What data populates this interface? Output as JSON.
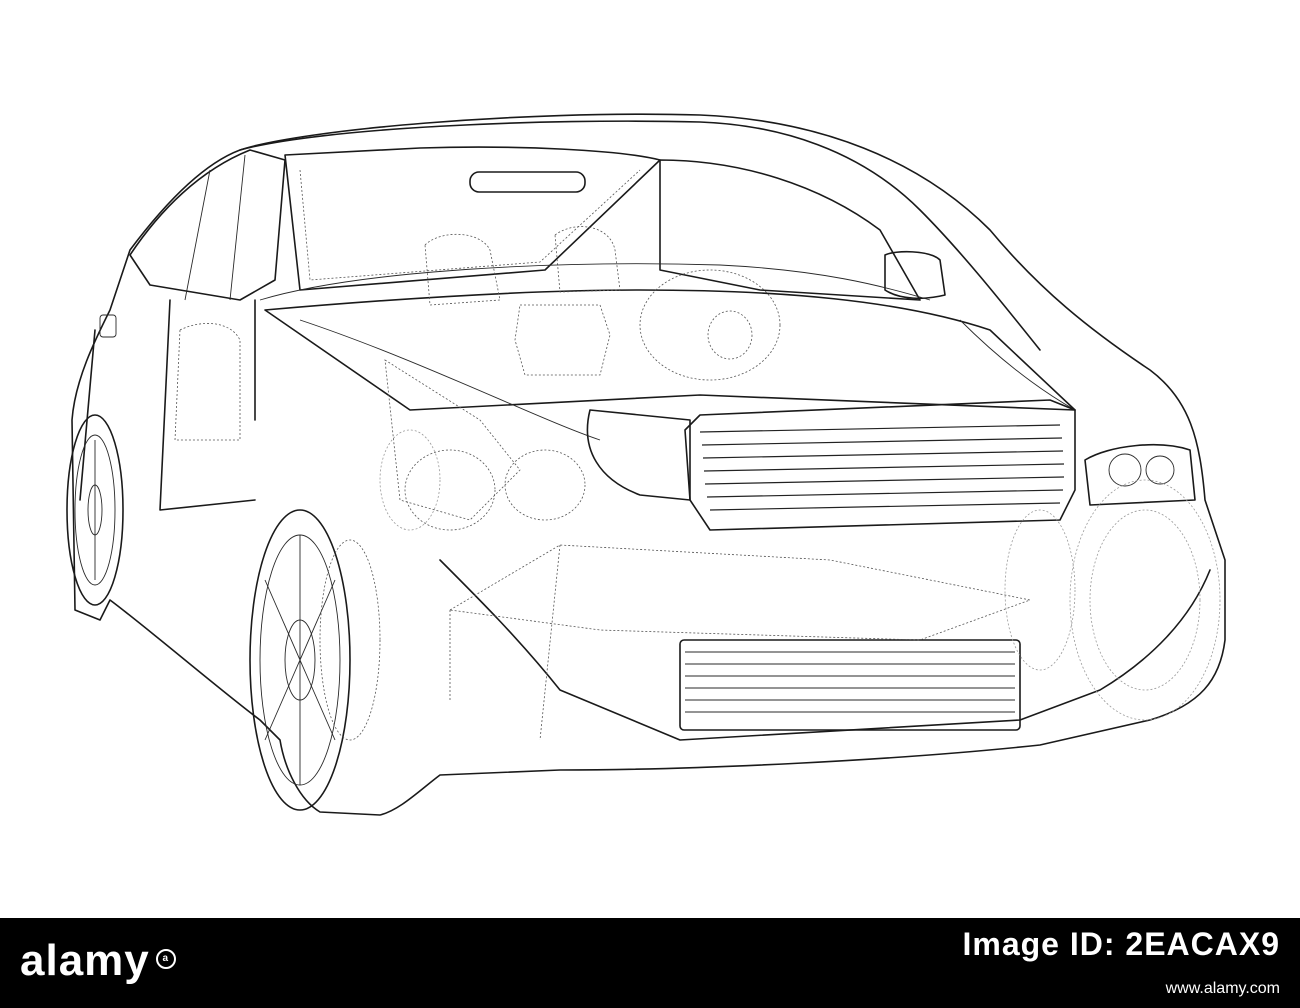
{
  "footer": {
    "logo_text": "alamy",
    "image_id_label": "Image ID: 2EACAX9",
    "image_id_value": "",
    "site_url": "www.alamy.com"
  },
  "colors": {
    "background": "#ffffff",
    "ink": "#1a1a1a",
    "footer_bg": "#000000",
    "footer_text": "#ffffff"
  },
  "icons": {
    "logo_mark": "registered-circle"
  }
}
